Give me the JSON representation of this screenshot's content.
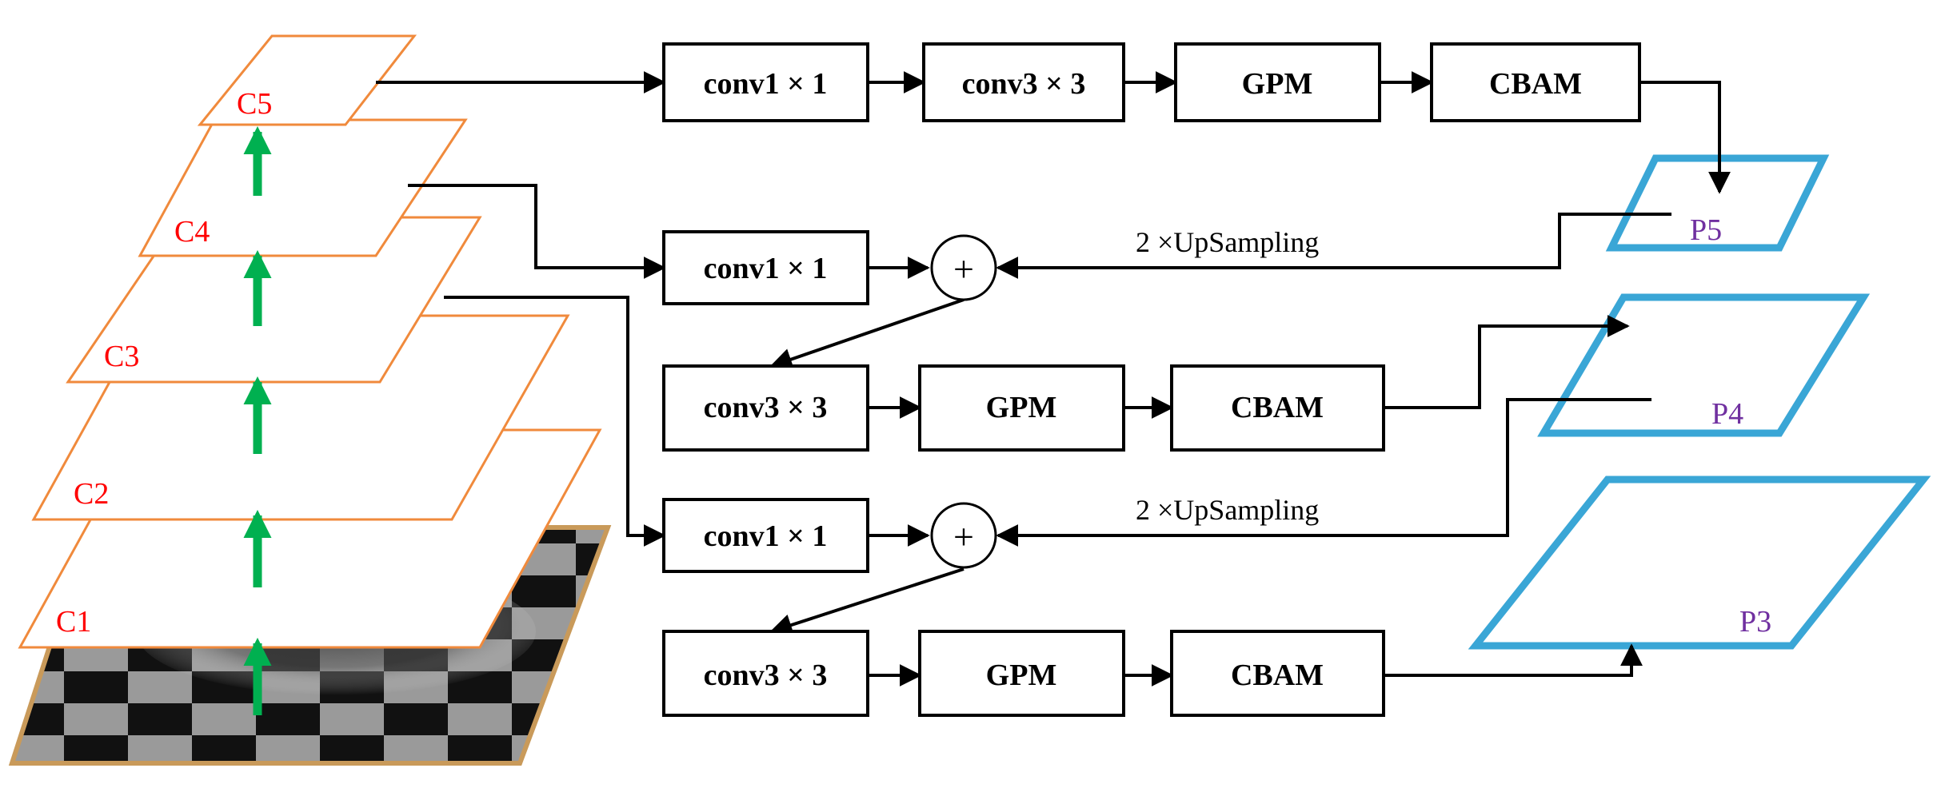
{
  "colors": {
    "backbone_stroke": "#f08a3c",
    "backbone_label": "#ff0000",
    "pyramid_stroke": "#3aa6d6",
    "pyramid_label": "#7030a0",
    "up_arrow": "#00b050",
    "line": "#000000"
  },
  "backbone": {
    "levels": [
      {
        "id": "c1",
        "label": "C1"
      },
      {
        "id": "c2",
        "label": "C2"
      },
      {
        "id": "c3",
        "label": "C3"
      },
      {
        "id": "c4",
        "label": "C4"
      },
      {
        "id": "c5",
        "label": "C5"
      }
    ]
  },
  "blocks": {
    "row1": [
      "conv1 × 1",
      "conv3 × 3",
      "GPM",
      "CBAM"
    ],
    "row2_conv": "conv1 × 1",
    "row3": [
      "conv3 × 3",
      "GPM",
      "CBAM"
    ],
    "row4_conv": "conv1 × 1",
    "row5": [
      "conv3 × 3",
      "GPM",
      "CBAM"
    ]
  },
  "adders": [
    "+",
    "+"
  ],
  "upsampling": [
    "2 ×UpSampling",
    "2 ×UpSampling"
  ],
  "pyramid": {
    "outputs": [
      {
        "id": "p5",
        "label": "P5"
      },
      {
        "id": "p4",
        "label": "P4"
      },
      {
        "id": "p3",
        "label": "P3"
      }
    ]
  },
  "input_image_icon": "checkerboard-image"
}
